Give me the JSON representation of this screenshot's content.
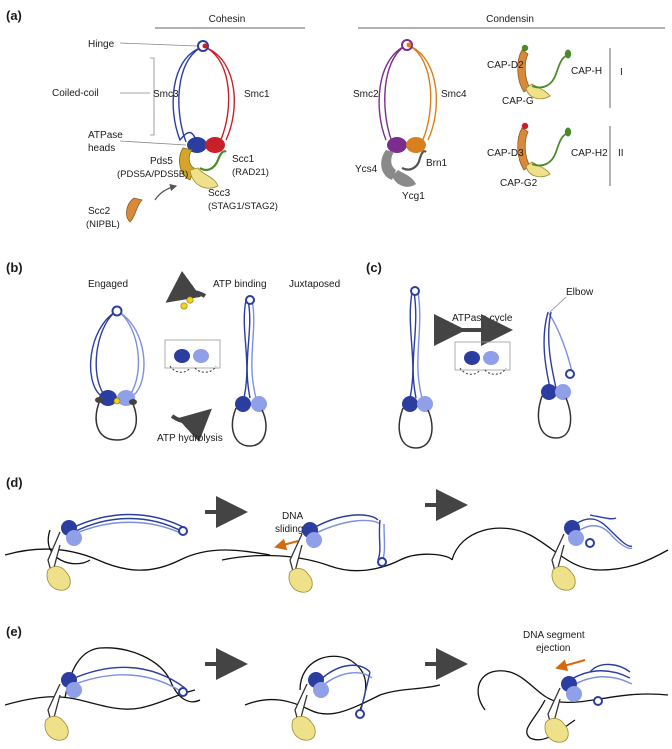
{
  "panels": {
    "a": "(a)",
    "b": "(b)",
    "c": "(c)",
    "d": "(d)",
    "e": "(e)"
  },
  "panel_a": {
    "cohesin_title": "Cohesin",
    "condensin_title": "Condensin",
    "hinge": "Hinge",
    "coiled_coil": "Coiled-coil",
    "atpase_heads_1": "ATPase",
    "atpase_heads_2": "heads",
    "smc3": "Smc3",
    "smc1": "Smc1",
    "pds5_1": "Pds5",
    "pds5_2": "(PDS5A/PDS5B)",
    "scc1_1": "Scc1",
    "scc1_2": "(RAD21)",
    "scc3_1": "Scc3",
    "scc3_2": "(STAG1/STAG2)",
    "scc2_1": "Scc2",
    "scc2_2": "(NIPBL)",
    "smc2": "Smc2",
    "smc4": "Smc4",
    "ycs4": "Ycs4",
    "brn1": "Brn1",
    "ycg1": "Ycg1",
    "cap_d2": "CAP-D2",
    "cap_h": "CAP-H",
    "cap_g": "CAP-G",
    "cap_d3": "CAP-D3",
    "cap_h2": "CAP-H2",
    "cap_g2": "CAP-G2",
    "roman_1": "I",
    "roman_2": "II"
  },
  "panel_b": {
    "engaged": "Engaged",
    "juxtaposed": "Juxtaposed",
    "atp_binding": "ATP binding",
    "atp_hydrolysis": "ATP hydrolysis"
  },
  "panel_c": {
    "atpase_cycle": "ATPase cycle",
    "elbow": "Elbow"
  },
  "panel_d": {
    "dna_sliding_1": "DNA",
    "dna_sliding_2": "sliding"
  },
  "panel_e": {
    "dna_ejection_1": "DNA segment",
    "dna_ejection_2": "ejection"
  },
  "colors": {
    "smc3_dark_blue": "#2b3ea0",
    "smc_light_blue": "#8f9fe8",
    "smc1_red": "#c8202a",
    "smc2_purple": "#7b2c8f",
    "smc4_orange": "#d9801e",
    "pds5_gold": "#d4a52a",
    "scc3_yellow": "#efe08a",
    "scc2_orange": "#d88a3a",
    "kleisin_green": "#4a8a2a",
    "ycs4_gray": "#8a8a8a",
    "atp_yellow": "#f2d21a",
    "arrow_gray": "#444444",
    "sliding_arrow_orange": "#d46a10"
  }
}
